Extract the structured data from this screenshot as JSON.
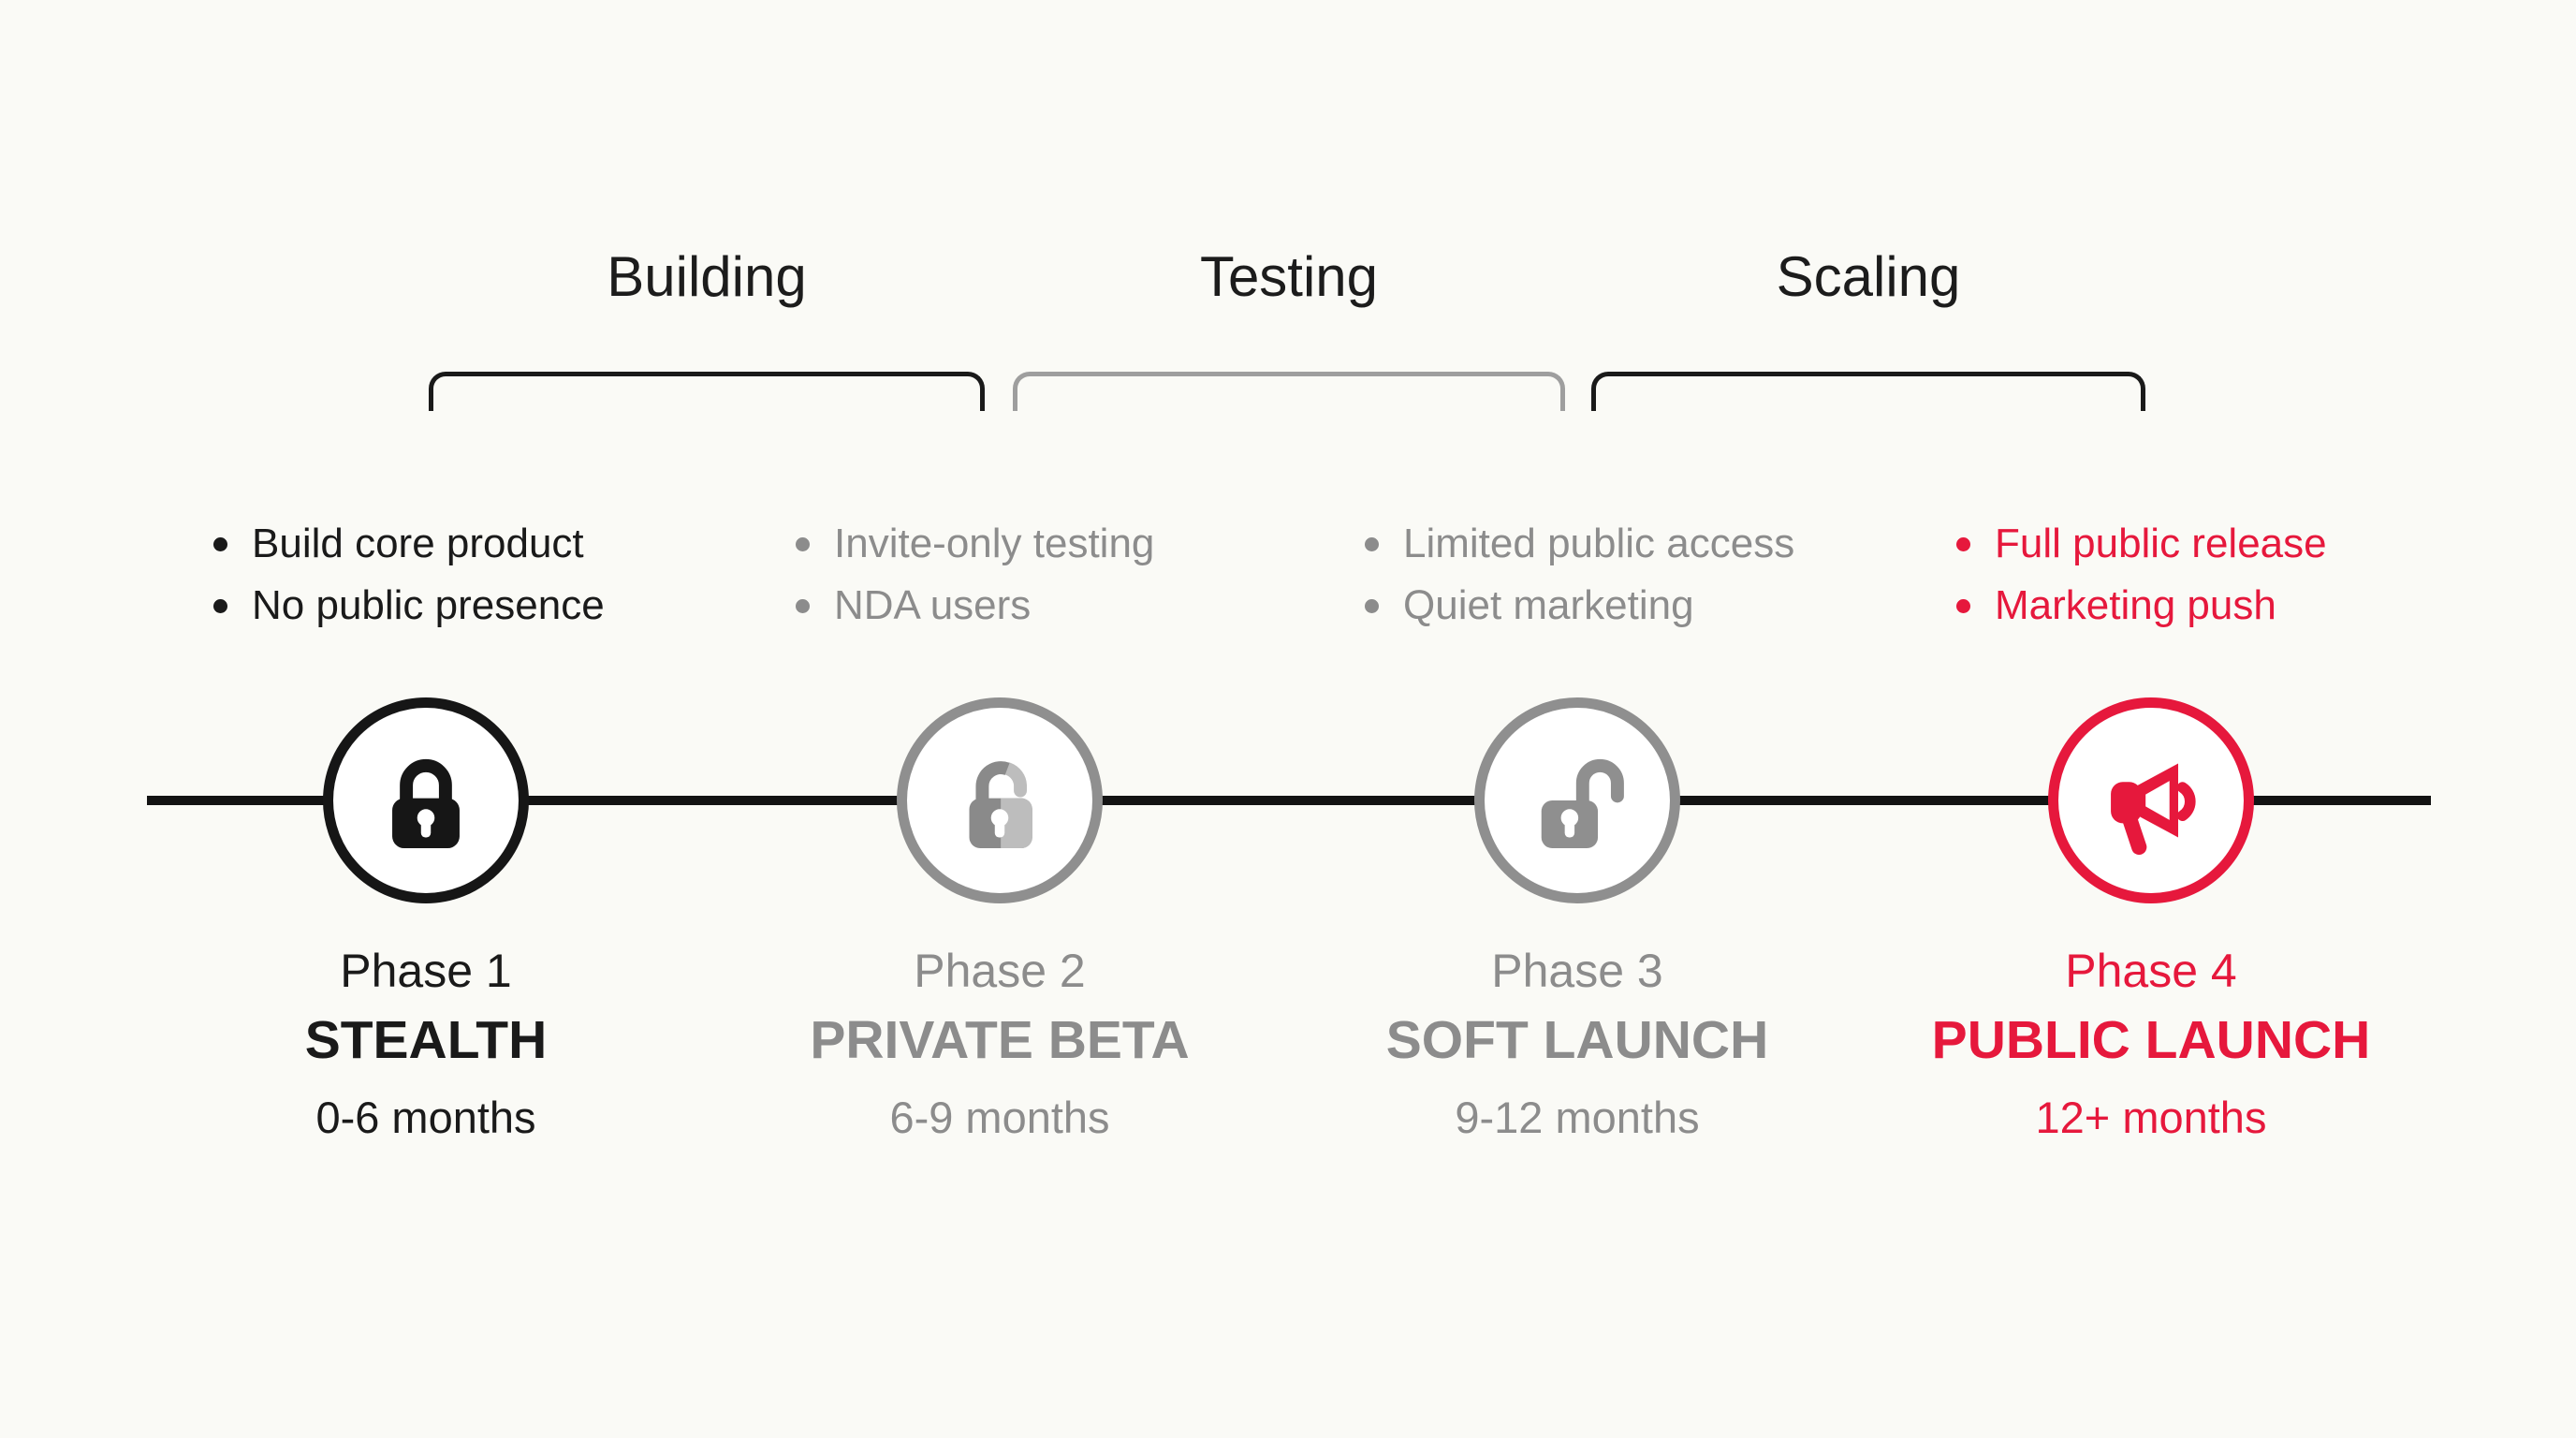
{
  "background": "#fafaf6",
  "colors": {
    "black": "#1a1a1a",
    "gray": "#8c8c8c",
    "gray_light": "#bdbdbd",
    "bracket_gray": "#9e9e9e",
    "red": "#e6183c",
    "timeline": "#131313",
    "node_fill": "#ffffff"
  },
  "stage_brackets": [
    {
      "label": "Building",
      "color": "#1a1a1a"
    },
    {
      "label": "Testing",
      "color": "#9e9e9e"
    },
    {
      "label": "Scaling",
      "color": "#1a1a1a"
    }
  ],
  "phases": [
    {
      "name": "Phase 1",
      "title": "STEALTH",
      "duration": "0-6 months",
      "icon": "lock-closed-icon",
      "color": "#1a1a1a",
      "bullets": [
        "Build core product",
        "No public presence"
      ]
    },
    {
      "name": "Phase 2",
      "title": "PRIVATE BETA",
      "duration": "6-9 months",
      "icon": "lock-half-open-icon",
      "color": "#8c8c8c",
      "bullets": [
        "Invite-only testing",
        "NDA users"
      ]
    },
    {
      "name": "Phase 3",
      "title": "SOFT LAUNCH",
      "duration": "9-12 months",
      "icon": "lock-open-icon",
      "color": "#8c8c8c",
      "bullets": [
        "Limited public access",
        "Quiet marketing"
      ]
    },
    {
      "name": "Phase 4",
      "title": "PUBLIC LAUNCH",
      "duration": "12+ months",
      "icon": "megaphone-icon",
      "color": "#e6183c",
      "bullets": [
        "Full public release",
        "Marketing push"
      ]
    }
  ]
}
